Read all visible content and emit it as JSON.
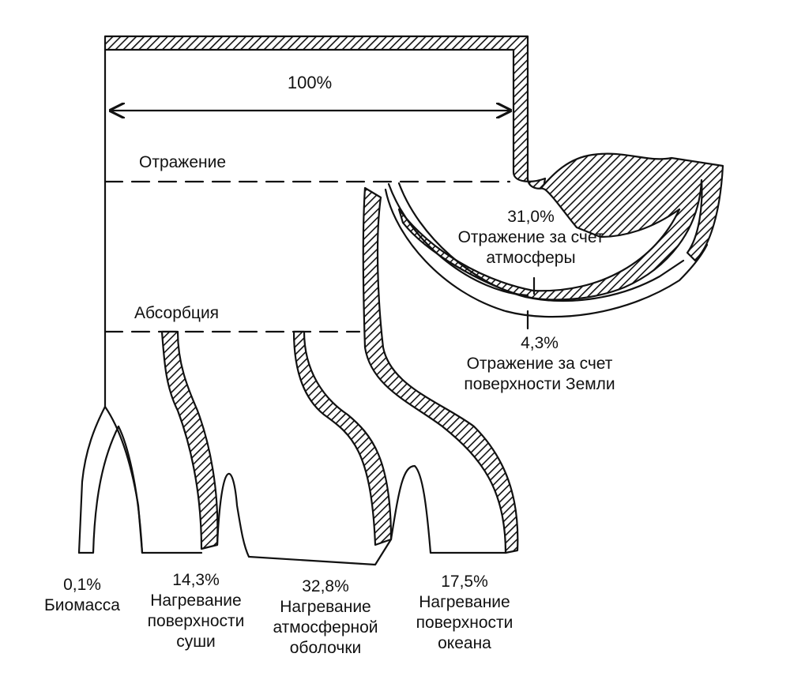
{
  "total": {
    "value": "100%"
  },
  "sections": {
    "reflection": "Отражение",
    "absorption": "Абсорбция"
  },
  "reflect_atmosphere": {
    "value": "31,0%",
    "line1": "Отражение за счет",
    "line2": "атмосферы"
  },
  "reflect_surface": {
    "value": "4,3%",
    "line1": "Отражение за счет",
    "line2": "поверхности Земли"
  },
  "outputs": [
    {
      "value": "0,1%",
      "line1": "Биомасса",
      "line2": "",
      "line3": ""
    },
    {
      "value": "14,3%",
      "line1": "Нагревание",
      "line2": "поверхности",
      "line3": "суши"
    },
    {
      "value": "32,8%",
      "line1": "Нагревание",
      "line2": "атмосферной",
      "line3": "оболочки"
    },
    {
      "value": "17,5%",
      "line1": "Нагревание",
      "line2": "поверхности",
      "line3": "океана"
    }
  ],
  "colors": {
    "ink": "#111111",
    "paper": "#ffffff"
  }
}
